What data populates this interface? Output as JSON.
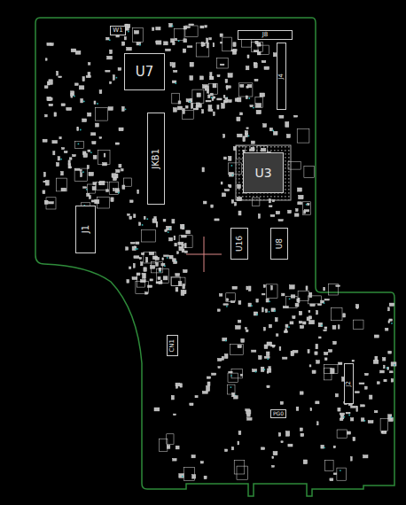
{
  "diagram": {
    "nodes": [
      {
        "text": [
          "W1"
        ]
      },
      {
        "text": [
          "U7"
        ]
      },
      {
        "text": [
          "J8"
        ]
      },
      {
        "text": [
          "J4"
        ]
      },
      {
        "text": [
          "JKB1"
        ]
      },
      {
        "text": [
          "U3"
        ]
      },
      {
        "text": [
          "J1"
        ]
      },
      {
        "text": [
          "U16"
        ]
      },
      {
        "text": [
          "U8"
        ]
      },
      {
        "text": [
          "CN1"
        ]
      },
      {
        "text": [
          "J2"
        ]
      },
      {
        "text": [
          "PG0"
        ]
      }
    ]
  }
}
